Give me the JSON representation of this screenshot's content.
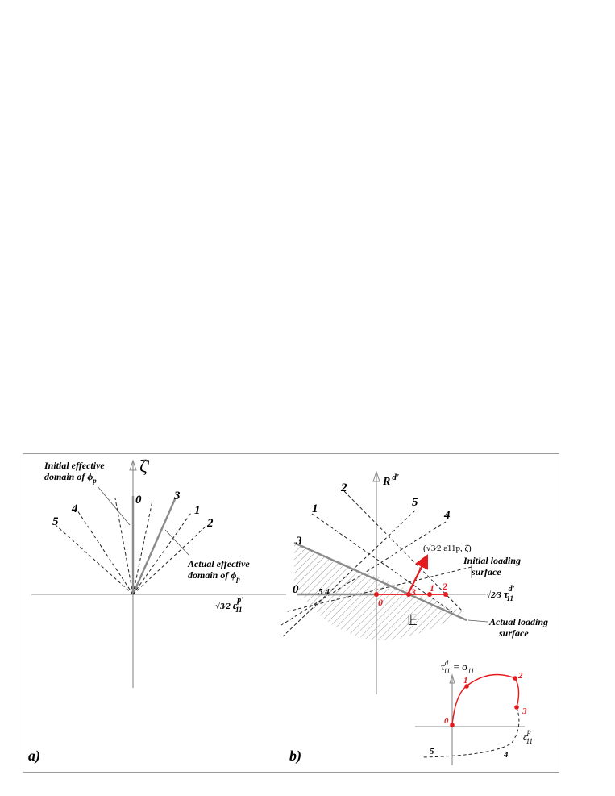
{
  "panel_a": {
    "tag": "a)",
    "y_axis": "ζ̇'",
    "x_axis_prefix": "√3⁄2",
    "x_axis_symbol": "ε̇",
    "x_axis_sup": "p'",
    "x_axis_sub": "11",
    "initial_label_1": "Initial effective",
    "initial_label_2": "domain of ϕ",
    "initial_label_sub": "p",
    "actual_label_1": "Actual effective",
    "actual_label_2": "domain of ϕ",
    "actual_label_sub": "p",
    "line_labels": [
      "0",
      "1",
      "2",
      "3",
      "4",
      "5"
    ]
  },
  "panel_b": {
    "tag": "b)",
    "y_axis": "R",
    "y_axis_sup": "d'",
    "x_axis_prefix": "√2⁄3",
    "x_axis_symbol": "τ",
    "x_axis_sup": "d'",
    "x_axis_sub": "11",
    "line_labels": [
      "0",
      "1",
      "2",
      "3",
      "4",
      "5"
    ],
    "vector_label": "(√3⁄2 ε̇11p, ζ̇)",
    "initial_surface_1": "Initial loading",
    "initial_surface_2": "surface",
    "actual_surface_1": "Actual loading",
    "actual_surface_2": "surface",
    "domain_symbol": "𝔼",
    "red_points": [
      "0",
      "3",
      "1",
      "2"
    ],
    "shared_label": "5 4"
  },
  "inset": {
    "y_label": "τ",
    "y_label_sup": "d",
    "y_label_sub": "11",
    "y_label_eq": "= σ",
    "y_label_eq_sub": "11",
    "x_label": "ε",
    "x_label_sup": "p",
    "x_label_sub": "11",
    "points": [
      "0",
      "1",
      "2",
      "3",
      "4",
      "5"
    ]
  },
  "colors": {
    "red": "#e41a1c",
    "axis": "#8a8a8a",
    "ink": "#000000"
  }
}
